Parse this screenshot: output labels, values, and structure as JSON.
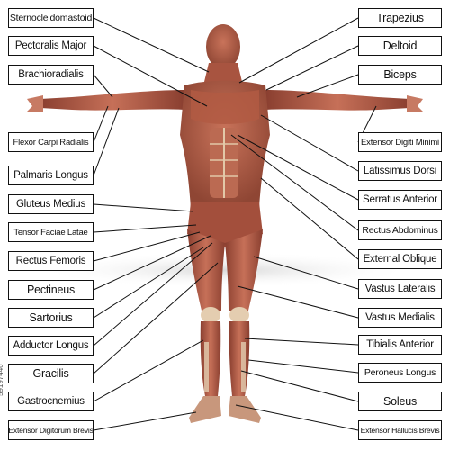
{
  "labels_left": [
    "Sternocleidomastoid",
    "Pectoralis Major",
    "Brachioradialis",
    "Flexor Carpi Radialis",
    "Palmaris Longus",
    "Gluteus Medius",
    "Tensor Faciae Latae",
    "Rectus Femoris",
    "Pectineus",
    "Sartorius",
    "Adductor Longus",
    "Gracilis",
    "Gastrocnemius",
    "Extensor Digitorum Brevis"
  ],
  "labels_right": [
    "Trapezius",
    "Deltoid",
    "Biceps",
    "Extensor Digiti Minimi",
    "Latissimus Dorsi",
    "Serratus Anterior",
    "Rectus Abdominus",
    "External Oblique",
    "Vastus Lateralis",
    "Vastus Medialis",
    "Tibialis Anterior",
    "Peroneus Longus",
    "Soleus",
    "Extensor Hallucis Brevis"
  ],
  "credit": "59197446",
  "colors": {
    "muscle": "#b5604a",
    "muscle_dark": "#8a3f30",
    "tendon": "#e6d2b4",
    "line": "#111111"
  }
}
